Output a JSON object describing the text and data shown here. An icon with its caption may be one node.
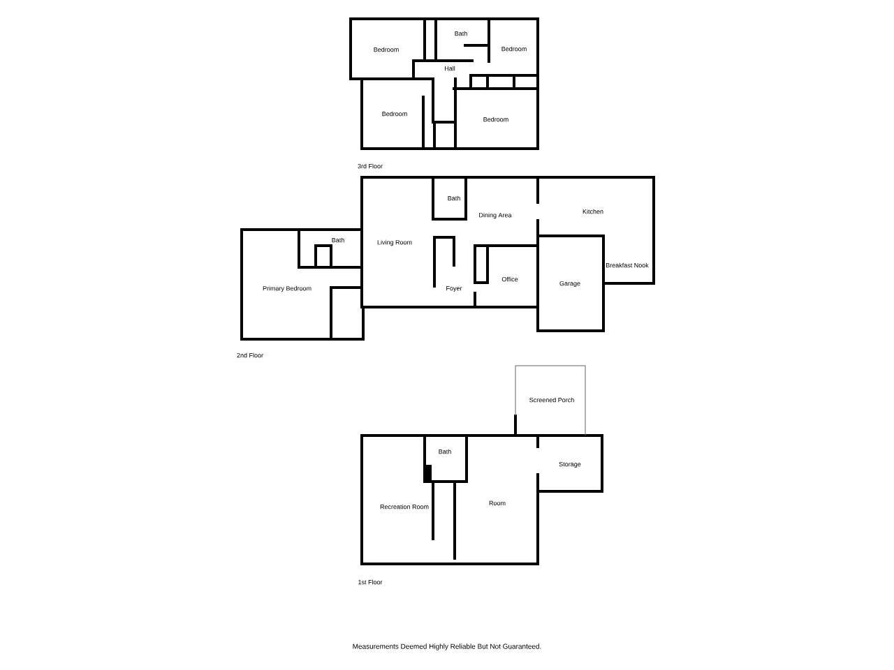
{
  "diagram": {
    "caption": "Measurements Deemed Highly Reliable But Not Guaranteed.",
    "labels": [
      "Bedroom",
      "Bath",
      "Bedroom",
      "Hall",
      "Bedroom",
      "Bedroom",
      "3rd Floor",
      "Bath",
      "Kitchen",
      "Dining Area",
      "Living Room",
      "Bath",
      "Breakfast Nook",
      "Office",
      "Garage",
      "Primary Bedroom",
      "Foyer",
      "2nd Floor",
      "Screened Porch",
      "Bath",
      "Storage",
      "Room",
      "Recreation Room",
      "1st Floor"
    ]
  }
}
